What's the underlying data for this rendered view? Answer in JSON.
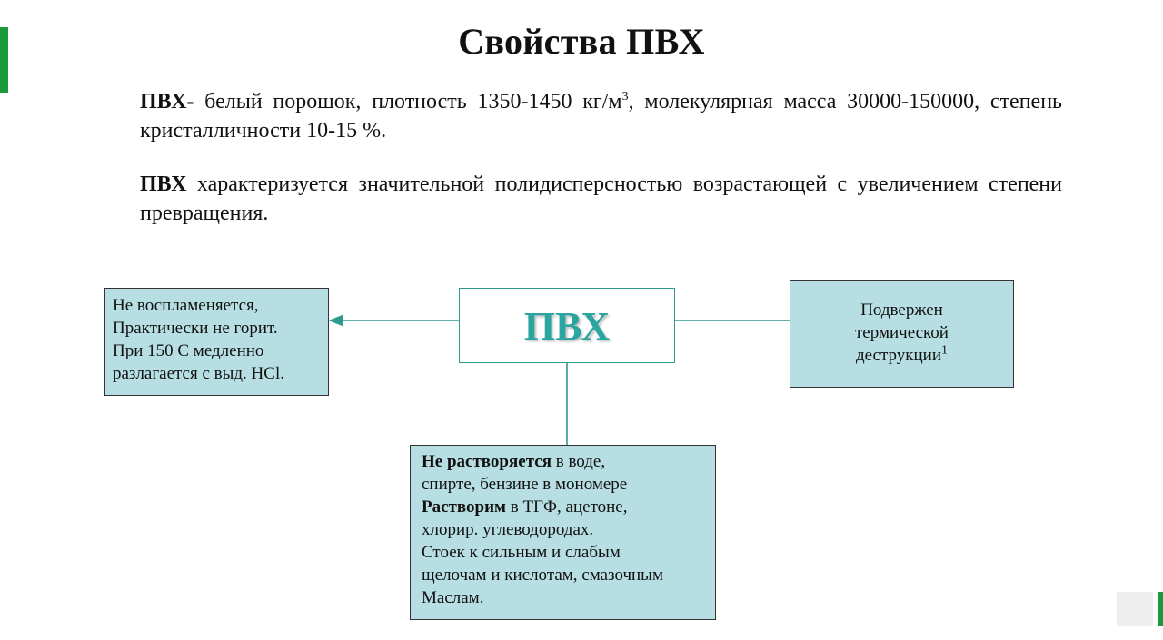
{
  "title": "Свойства ПВХ",
  "paragraph1": {
    "bold": "ПВХ-",
    "text_a": " белый порошок, плотность 1350-1450 кг/м",
    "sup": "3",
    "text_b": ", молекулярная масса 30000-150000, степень кристалличности 10-15 %."
  },
  "paragraph2": {
    "bold": "ПВХ",
    "text": " характеризуется значительной полидисперсностью возрастающей с увеличением степени превращения."
  },
  "diagram": {
    "center": "ПВХ",
    "left_box": {
      "line1": "Не воспламеняется,",
      "line2": "Практически не горит.",
      "line3": "При 150   С медленно",
      "line4": "разлагается с выд. HCl."
    },
    "right_box": {
      "line1": "Подвержен",
      "line2": "термической",
      "line3": "деструкции",
      "sup": "1"
    },
    "bottom_box": {
      "bold1": "Не растворяется",
      "text1": " в воде,",
      "line2": "спирте, бензине в мономере",
      "bold2": "Растворим",
      "text2": "  в ТГФ, ацетоне,",
      "line4": "хлорир. углеводородах.",
      "line5": "Стоек к сильным и слабым",
      "line6": "щелочам и кислотам, смазочным",
      "line7": "Маслам."
    }
  },
  "colors": {
    "accent_green": "#1a9a3a",
    "box_fill": "#b7dfe3",
    "connector": "#2e9a8e",
    "center_text": "#2aa5a0"
  }
}
